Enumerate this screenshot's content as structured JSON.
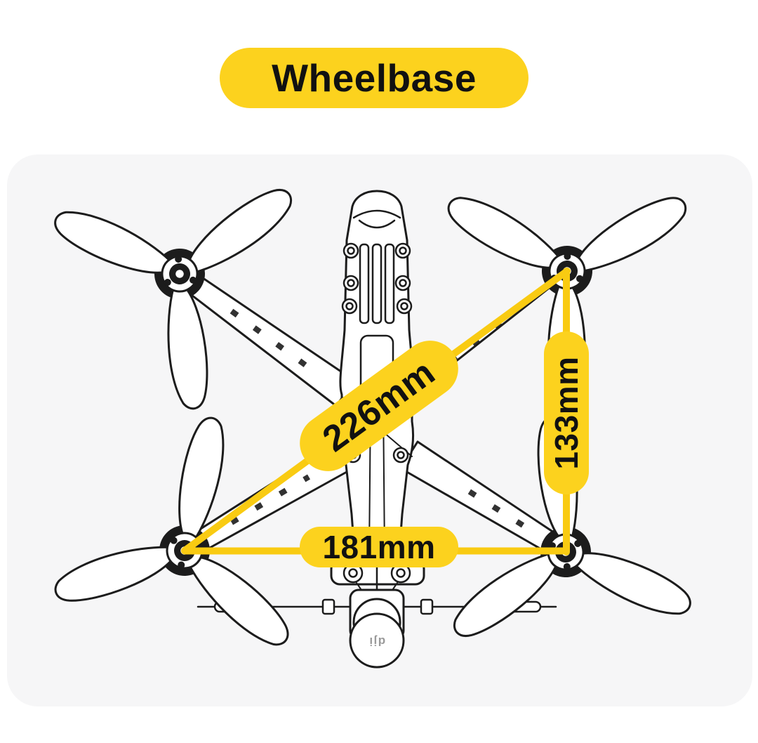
{
  "title_badge": {
    "label": "Wheelbase"
  },
  "colors": {
    "page_background": "#FFFFFF",
    "card_background": "#F6F6F7",
    "badge_yellow": "#FCD21E",
    "measure_line_yellow": "#F9CB12",
    "line_art": "#1C1C1C",
    "label_text": "#111111",
    "camera_logo_gray": "#9A9A9A"
  },
  "diagram": {
    "subject": "FPV quadcopter drone, top view line illustration",
    "camera_logo": "dji",
    "measurements": [
      {
        "id": "diagonal-wheelbase",
        "label": "226mm",
        "from": "bottom-left-motor",
        "to": "top-right-motor"
      },
      {
        "id": "right-side-span",
        "label": "133mm",
        "from": "top-right-motor",
        "to": "bottom-right-motor"
      },
      {
        "id": "bottom-span",
        "label": "181mm",
        "from": "bottom-left-motor",
        "to": "bottom-right-motor"
      }
    ]
  }
}
